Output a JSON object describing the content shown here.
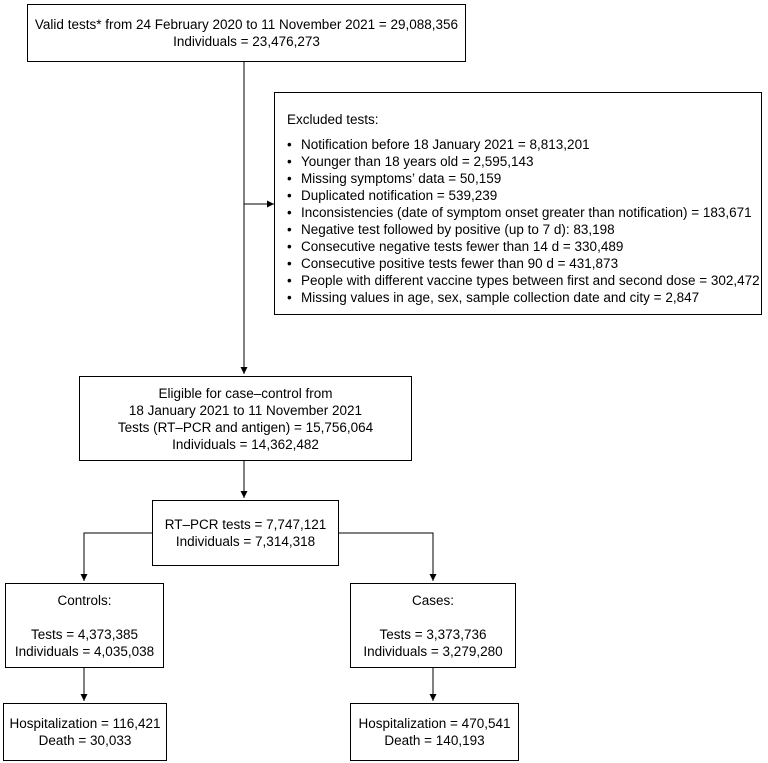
{
  "valid": {
    "line1": "Valid tests* from 24 February 2020 to 11 November 2021 = 29,088,356",
    "line2": "Individuals = 23,476,273"
  },
  "excluded": {
    "title": "Excluded tests:",
    "items": [
      "Notification before 18 January 2021 = 8,813,201",
      "Younger than 18 years old = 2,595,143",
      "Missing symptoms’ data = 50,159",
      "Duplicated notification = 539,239",
      "Inconsistencies (date of symptom onset greater than notification) = 183,671",
      "Negative test followed by positive (up to 7 d): 83,198",
      "Consecutive negative tests fewer than 14 d = 330,489",
      "Consecutive positive tests fewer than 90 d = 431,873",
      "People with different vaccine types between first and second dose = 302,472",
      "Missing values in age, sex, sample collection date and city = 2,847"
    ]
  },
  "eligible": {
    "line1": "Eligible for case–control from",
    "line2": "18 January 2021 to 11 November 2021",
    "line3": "Tests (RT–PCR and antigen) = 15,756,064",
    "line4": "Individuals = 14,362,482"
  },
  "rtpcr": {
    "line1": "RT–PCR tests = 7,747,121",
    "line2": "Individuals = 7,314,318"
  },
  "controls": {
    "title": "Controls:",
    "tests": "Tests = 4,373,385",
    "individuals": "Individuals = 4,035,038"
  },
  "cases": {
    "title": "Cases:",
    "tests": "Tests = 3,373,736",
    "individuals": "Individuals = 3,279,280"
  },
  "controls_outcomes": {
    "hospitalization": "Hospitalization = 116,421",
    "death": "Death = 30,033"
  },
  "cases_outcomes": {
    "hospitalization": "Hospitalization = 470,541",
    "death": "Death = 140,193"
  }
}
